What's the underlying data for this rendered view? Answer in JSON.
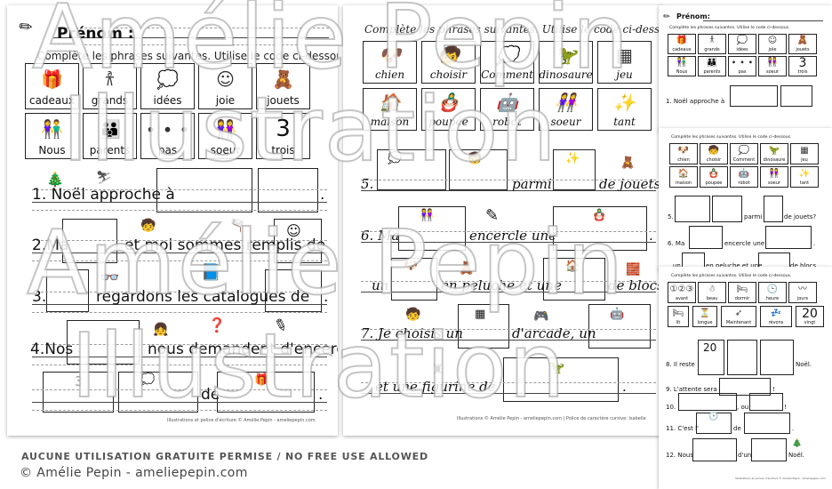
{
  "sheet1": {
    "name_label": "Prénom :",
    "instruction": "Complète les phrases suivantes. Utilise le code ci-dessous.",
    "codes": [
      {
        "word": "cadeaux",
        "icon": "gifts-icon",
        "glyph": "🎁"
      },
      {
        "word": "grands",
        "icon": "tall-figures-icon",
        "glyph": "𐀪"
      },
      {
        "word": "idées",
        "icon": "thinking-face-icon",
        "glyph": "💭"
      },
      {
        "word": "joie",
        "icon": "smiley-icon",
        "glyph": "☺"
      },
      {
        "word": "jouets",
        "icon": "toys-icon",
        "glyph": "🧸"
      },
      {
        "word": "Nous",
        "icon": "two-children-icon",
        "glyph": "👫"
      },
      {
        "word": "parents",
        "icon": "parents-icon",
        "glyph": "👪"
      },
      {
        "word": "pas",
        "icon": "footsteps-icon",
        "glyph": "∙ ∙ ∙"
      },
      {
        "word": "soeur",
        "icon": "sisters-icon",
        "glyph": "👭"
      },
      {
        "word": "trois",
        "icon": "number-three",
        "glyph": "3"
      }
    ],
    "sentences": [
      {
        "num": "1.",
        "text": "Noël approche à",
        "end": "."
      },
      {
        "num": "2.",
        "text_a": "Ma",
        "text_b": "et moi sommes remplis de",
        "end": "."
      },
      {
        "num": "3.",
        "text": "regardons les catalogues de",
        "end": "."
      },
      {
        "num": "4.",
        "text_a": "Nos",
        "text_b": "nous demandent d'encercler"
      },
      {
        "text_a": "de",
        "hint": "3",
        "end": "."
      }
    ],
    "credit": "Illustrations et police d'écriture © Amélie Pepin - ameliepepin.com"
  },
  "sheet2": {
    "instruction": "Complète les phrases suivantes. Utilise le code ci-dessous.",
    "codes": [
      {
        "word": "chien",
        "icon": "dog-icon",
        "glyph": "🐶"
      },
      {
        "word": "choisir",
        "icon": "choosing-child-icon",
        "glyph": "🧒"
      },
      {
        "word": "Comment",
        "icon": "thought-bubble-icon",
        "glyph": "💭"
      },
      {
        "word": "dinosaure",
        "icon": "dinosaur-icon",
        "glyph": "🦖"
      },
      {
        "word": "jeu",
        "icon": "game-board-icon",
        "glyph": "▦"
      },
      {
        "word": "maison",
        "icon": "house-icon",
        "glyph": "🏠"
      },
      {
        "word": "poupée",
        "icon": "doll-icon",
        "glyph": "🪆"
      },
      {
        "word": "robot",
        "icon": "robot-icon",
        "glyph": "🤖"
      },
      {
        "word": "soeur",
        "icon": "sisters-icon",
        "glyph": "👭"
      },
      {
        "word": "tant",
        "icon": "many-toys-icon",
        "glyph": "✨"
      }
    ],
    "sentences": [
      {
        "num": "5.",
        "text_a": "parmi",
        "text_b": "de jouets?"
      },
      {
        "num": "6.",
        "text_a": "Ma",
        "text_b": "encercle une",
        "end": "."
      },
      {
        "text_a": "un",
        "text_b": "en peluche et une",
        "text_c": "de blocs."
      },
      {
        "num": "7.",
        "text_a": "Je choisis un",
        "text_b": "d'arcade, un"
      },
      {
        "text_a": "et une figurine de",
        "end": "."
      }
    ],
    "credit": "Illustrations © Amélie Pepin - ameliepepin.com | Police de caractère cursive: Isabelle"
  },
  "sheet3a": {
    "name_label": "Prénom:",
    "instruction": "Complète les phrases suivantes. Utilise le code ci-dessous.",
    "codes": [
      "cadeaux",
      "grands",
      "idées",
      "joie",
      "jouets",
      "Nous",
      "parents",
      "pas",
      "soeur",
      "trois"
    ],
    "sentence": "1. Noël approche à"
  },
  "sheet3b": {
    "instruction": "Complète les phrases suivantes. Utilise le code ci-dessous.",
    "codes": [
      "chien",
      "choisir",
      "Comment",
      "dinosaure",
      "jeu",
      "maison",
      "poupée",
      "robot",
      "soeur",
      "tant"
    ],
    "sentences": {
      "s5_num": "5.",
      "s5_a": "parmi",
      "s5_b": "de jouets?",
      "s6_num": "6. Ma",
      "s6_a": "encercle une",
      "s6_end": ".",
      "s6b_a": "un",
      "s6b_b": "en peluche et une",
      "s6b_c": "de blocs."
    }
  },
  "sheet3c": {
    "instruction": "Complète les phrases suivantes. Utilise le code ci-dessous.",
    "codes_row1": [
      {
        "word": "avant",
        "glyph": "①②③"
      },
      {
        "word": "beau",
        "glyph": "☃"
      },
      {
        "word": "dormir",
        "glyph": "🛏"
      },
      {
        "word": "heure",
        "glyph": "🕒"
      },
      {
        "word": "jours",
        "glyph": "〰"
      }
    ],
    "codes_row2": [
      {
        "word": "lit",
        "glyph": "🛏"
      },
      {
        "word": "longue",
        "glyph": "⏳"
      },
      {
        "word": "Maintenant",
        "glyph": "➶"
      },
      {
        "word": "rêvons",
        "glyph": "💤"
      },
      {
        "word": "vingt",
        "glyph": "20"
      }
    ],
    "sentences": {
      "s8_a": "8. Il reste",
      "s8_box1": "20",
      "s8_end": "Noël.",
      "s9_a": "9. L'attente sera",
      "s9_end": "!",
      "s10_a": "10.",
      "s10_b": ", ou",
      "s10_end": "!",
      "s11_a": "11. C'est l'",
      "s11_b": "de",
      "s11_end": ".",
      "s12_a": "12. Nous",
      "s12_b": "d'un",
      "s12_end": "Noël."
    },
    "credit": "Illustrations et polices d'écriture © Amélie Pepin - ameliepepin.com"
  },
  "watermark": {
    "line1": "Amélie Pepin",
    "line2": "Illustration"
  },
  "footer": {
    "notice": "AUCUNE UTILISATION GRATUITE PERMISE / NO FREE USE ALLOWED",
    "copyright": "© Amélie Pepin - ameliepepin.com"
  }
}
